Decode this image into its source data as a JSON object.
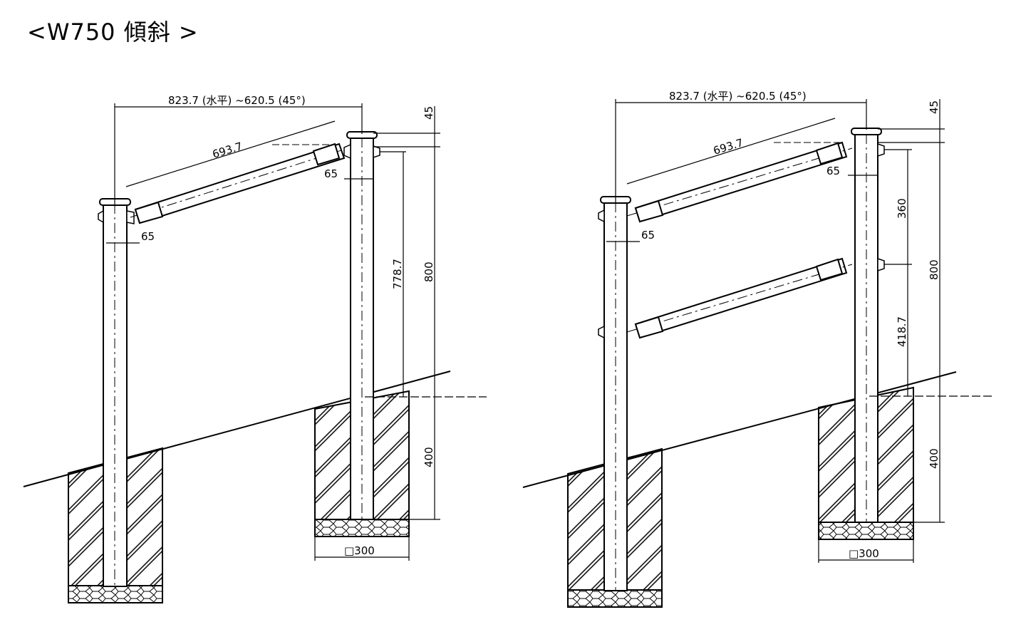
{
  "title": "<W750 傾斜 >",
  "left_figure": {
    "span_label": "823.7 (水平) ~620.5 (45°)",
    "rail_label": "693.7",
    "offset_top_label": "65",
    "offset_low_label": "65",
    "cap_label": "45",
    "height_label": "778.7",
    "total_label": "800",
    "embed_label": "400",
    "base_label": "□300"
  },
  "right_figure": {
    "span_label": "823.7 (水平) ~620.5 (45°)",
    "rail_label": "693.7",
    "offset_top_label": "65",
    "offset_low_label": "65",
    "cap_label": "45",
    "upper_gap_label": "360",
    "lower_height_label": "418.7",
    "total_label": "800",
    "embed_label": "400",
    "base_label": "□300"
  }
}
